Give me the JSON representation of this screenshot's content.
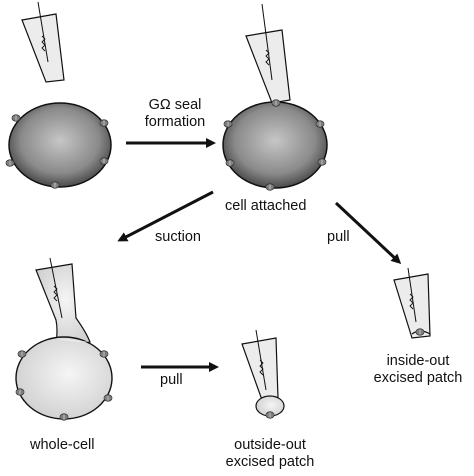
{
  "diagram": {
    "labels": {
      "seal_formation_line1": "GΩ seal",
      "seal_formation_line2": "formation",
      "cell_attached": "cell attached",
      "suction": "suction",
      "pull_right": "pull",
      "pull_bottom": "pull",
      "whole_cell": "whole-cell",
      "outside_out_line1": "outside-out",
      "outside_out_line2": "excised patch",
      "inside_out_line1": "inside-out",
      "inside_out_line2": "excised patch"
    },
    "colors": {
      "cell_dark_center": "#bdbdbd",
      "cell_dark_edge": "#4a4a4a",
      "cell_light_center": "#f2f2f2",
      "cell_light_edge": "#cfcfcf",
      "pipette_fill": "#e6e6e6",
      "stroke": "#111111",
      "channel": "#9a9a9a"
    }
  }
}
